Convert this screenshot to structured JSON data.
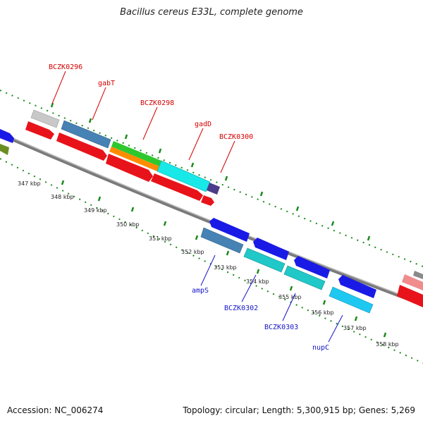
{
  "title": "Bacillus cereus E33L, complete genome",
  "footer": {
    "accession": "Accession: NC_006274",
    "summary": "Topology: circular; Length: 5,300,915 bp; Genes: 5,269"
  },
  "tick_labels": [
    "347 kbp",
    "348 kbp",
    "349 kbp",
    "350 kbp",
    "351 kbp",
    "352 kbp",
    "353 kbp",
    "354 kbp",
    "355 kbp",
    "356 kbp",
    "357 kbp",
    "358 kbp"
  ],
  "gene_labels_forward": [
    "BCZK0296",
    "gabT",
    "BCZK0298",
    "gadD",
    "BCZK0300"
  ],
  "gene_labels_reverse": [
    "ampS",
    "BCZK0302",
    "BCZK0303",
    "nupC"
  ],
  "colors": {
    "backbone": "#8a8a8a",
    "tick_dots": "#1b8a1b",
    "cds": "#e8131a",
    "blue": "#1a1ae6",
    "steel_blue": "#4682b4",
    "cyan": "#18e8e8",
    "teal": "#20c8c8",
    "sky": "#1ec8f0",
    "grey": "#c8c8c8",
    "green": "#2ec82e",
    "orange": "#ff8c00",
    "purple": "#4b3c8c",
    "olive": "#6b8e23",
    "pink": "#f08c8c",
    "label_forward": "#d40000",
    "label_reverse": "#1515c8"
  }
}
